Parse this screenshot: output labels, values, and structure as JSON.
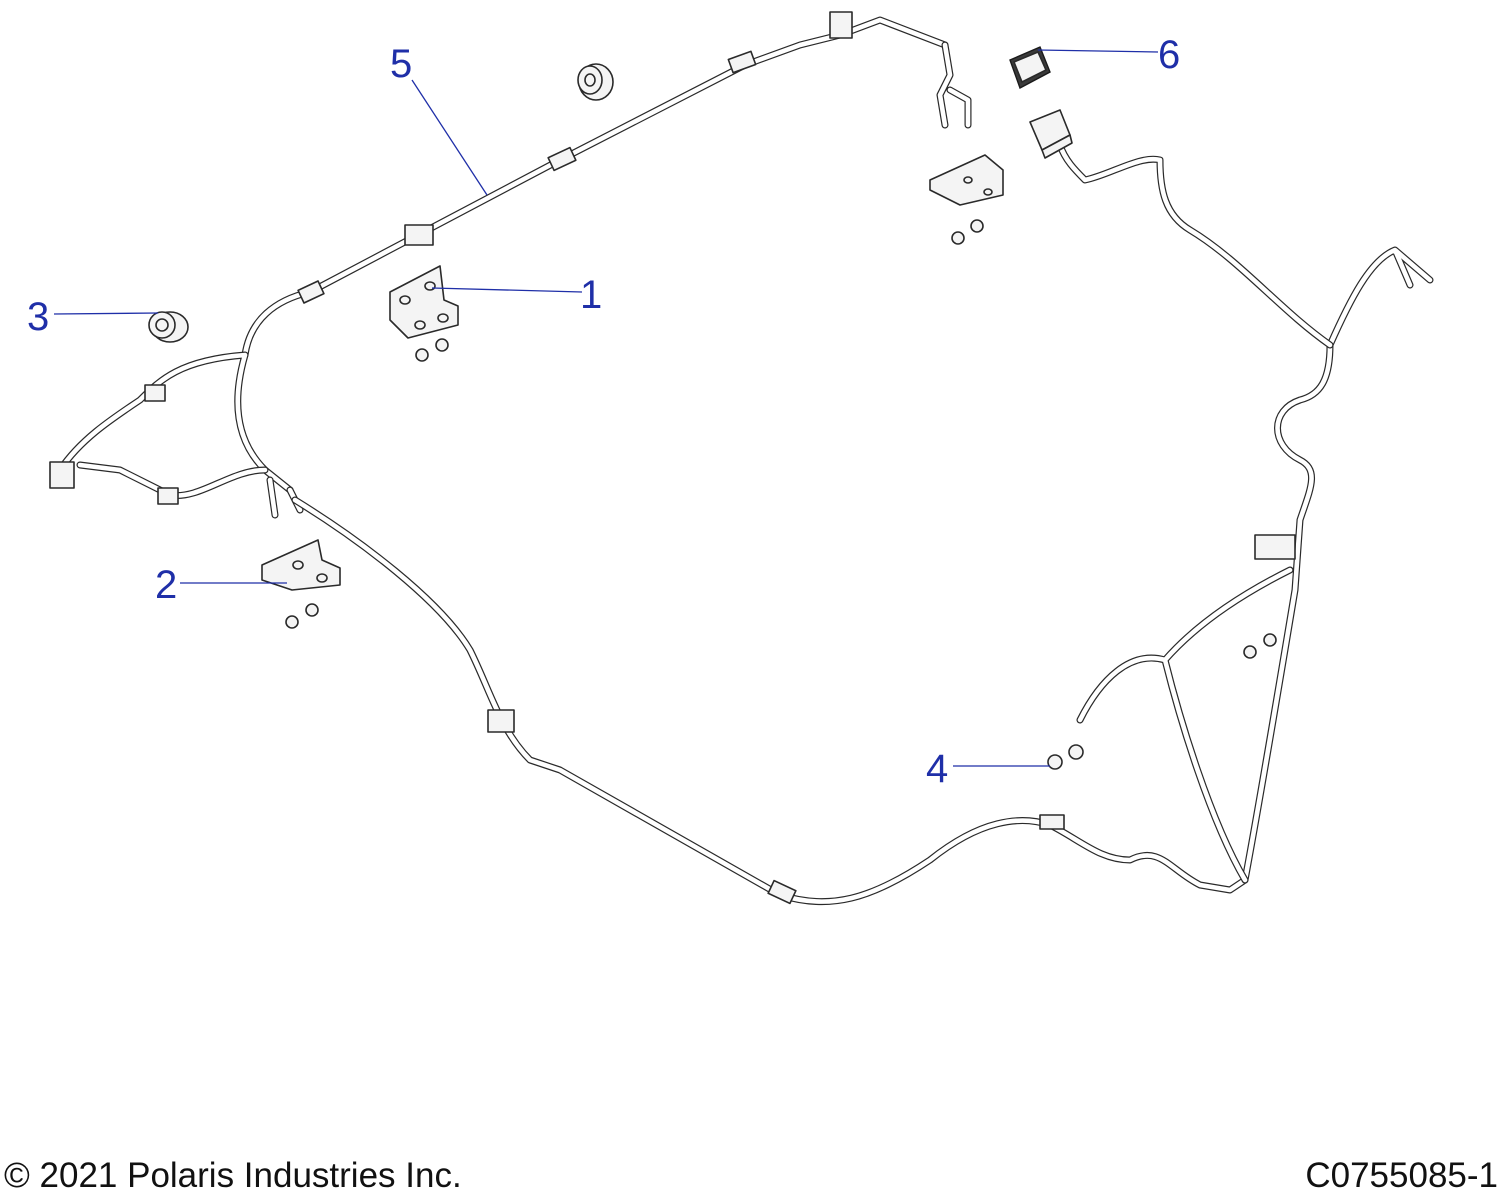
{
  "diagram": {
    "callouts": [
      {
        "id": "1",
        "label": "1"
      },
      {
        "id": "2",
        "label": "2"
      },
      {
        "id": "3",
        "label": "3"
      },
      {
        "id": "4",
        "label": "4"
      },
      {
        "id": "5",
        "label": "5"
      },
      {
        "id": "6",
        "label": "6"
      }
    ],
    "accent_color": "#1f2fa8",
    "line_color": "#2a2a2a"
  },
  "footer": {
    "copyright": "© 2021 Polaris Industries Inc.",
    "drawing_number": "C0755085-1"
  }
}
